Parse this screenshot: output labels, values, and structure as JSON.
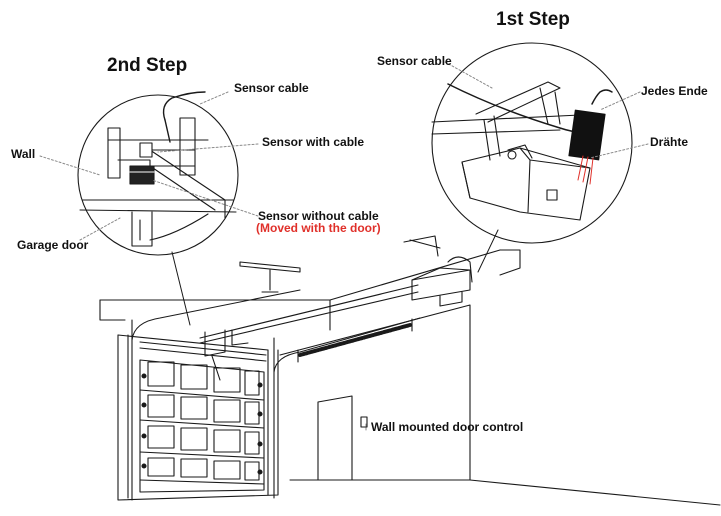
{
  "steps": {
    "first": "1st Step",
    "second": "2nd Step"
  },
  "labels": {
    "sensor_cable_left": "Sensor cable",
    "sensor_with_cable": "Sensor with cable",
    "wall": "Wall",
    "sensor_without_cable": "Sensor without cable",
    "moved_with_door": "(Moved with the door)",
    "garage_door": "Garage door",
    "sensor_cable_right": "Sensor cable",
    "jedes_ende": "Jedes Ende",
    "drahte": "Drähte",
    "wall_control": "Wall mounted door control"
  },
  "colors": {
    "line": "#1a1a1a",
    "guide": "#8a8a8a",
    "accent_red": "#e0302a",
    "device": "#111111"
  }
}
